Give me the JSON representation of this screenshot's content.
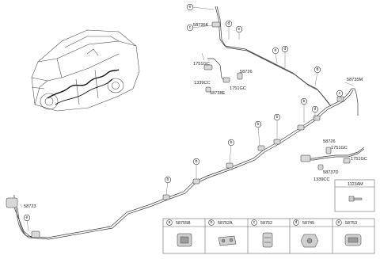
{
  "labels": {
    "p58736K": "58736K",
    "p1751GC_top_left": "1751GC",
    "p1339CC_top": "1339CC",
    "p58726_top": "58726",
    "p1751GC_top_mid": "1751GC",
    "p58738E": "58738E",
    "p58735M": "58735M",
    "p58726_right": "58726",
    "p1751GC_right_a": "1751GC",
    "p1751GC_right_b": "1751GC",
    "p58737D": "58737D",
    "p1339CC_right": "1339CC",
    "p58723": "58723"
  },
  "callout_letters": {
    "a": "a",
    "b": "b",
    "c": "c",
    "d": "d",
    "e": "e"
  },
  "legend": {
    "single_part": "1123AM",
    "items": [
      {
        "letter": "a",
        "part": "58755B"
      },
      {
        "letter": "b",
        "part": "58752A"
      },
      {
        "letter": "c",
        "part": "58752"
      },
      {
        "letter": "d",
        "part": "58745"
      },
      {
        "letter": "e",
        "part": "58753"
      }
    ]
  }
}
